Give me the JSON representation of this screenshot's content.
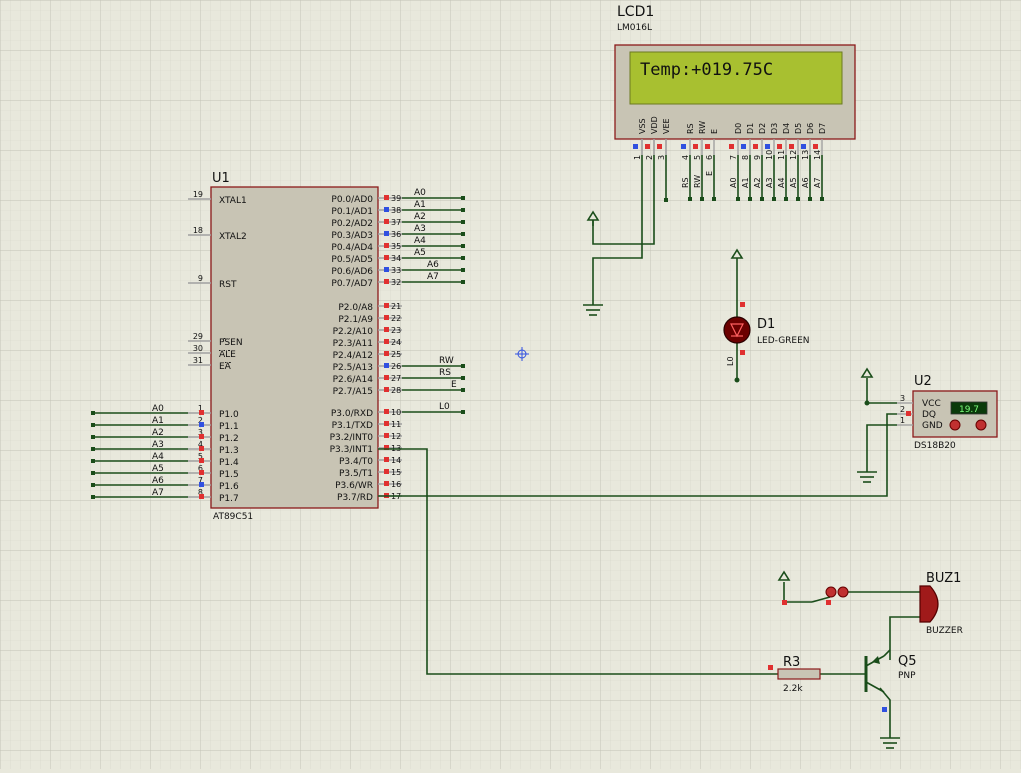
{
  "colors": {
    "background": "#e8e8dc",
    "grid": "#c9c9bd",
    "wire": "#1a4d1a",
    "body": "#a0a0a0",
    "chip_fill": "#c8c4b4",
    "chip_stroke": "#8b1a1a",
    "lcd_screen": "#a8c030",
    "pin_red": "#e03030",
    "pin_blue": "#3050e0"
  },
  "mcu": {
    "ref": "U1",
    "part": "AT89C51",
    "left_pins": [
      {
        "num": "19",
        "name": "XTAL1",
        "bar": false
      },
      {
        "num": "18",
        "name": "XTAL2",
        "bar": false
      },
      {
        "num": "9",
        "name": "RST",
        "bar": false
      },
      {
        "num": "29",
        "name": "PSEN",
        "bar": true
      },
      {
        "num": "30",
        "name": "ALE",
        "bar": true
      },
      {
        "num": "31",
        "name": "EA",
        "bar": true
      },
      {
        "num": "1",
        "name": "P1.0",
        "net": "A0"
      },
      {
        "num": "2",
        "name": "P1.1",
        "net": "A1"
      },
      {
        "num": "3",
        "name": "P1.2",
        "net": "A2"
      },
      {
        "num": "4",
        "name": "P1.3",
        "net": "A3"
      },
      {
        "num": "5",
        "name": "P1.4",
        "net": "A4"
      },
      {
        "num": "6",
        "name": "P1.5",
        "net": "A5"
      },
      {
        "num": "7",
        "name": "P1.6",
        "net": "A6"
      },
      {
        "num": "8",
        "name": "P1.7",
        "net": "A7"
      }
    ],
    "right_pins": [
      {
        "num": "39",
        "name": "P0.0/AD0",
        "net": "A0"
      },
      {
        "num": "38",
        "name": "P0.1/AD1",
        "net": "A1"
      },
      {
        "num": "37",
        "name": "P0.2/AD2",
        "net": "A2"
      },
      {
        "num": "36",
        "name": "P0.3/AD3",
        "net": "A3"
      },
      {
        "num": "35",
        "name": "P0.4/AD4",
        "net": "A4"
      },
      {
        "num": "34",
        "name": "P0.5/AD5",
        "net": "A5"
      },
      {
        "num": "33",
        "name": "P0.6/AD6",
        "net": "A6"
      },
      {
        "num": "32",
        "name": "P0.7/AD7",
        "net": "A7"
      },
      {
        "num": "21",
        "name": "P2.0/A8"
      },
      {
        "num": "22",
        "name": "P2.1/A9"
      },
      {
        "num": "23",
        "name": "P2.2/A10"
      },
      {
        "num": "24",
        "name": "P2.3/A11"
      },
      {
        "num": "25",
        "name": "P2.4/A12"
      },
      {
        "num": "26",
        "name": "P2.5/A13",
        "net": "RW"
      },
      {
        "num": "27",
        "name": "P2.6/A14",
        "net": "RS"
      },
      {
        "num": "28",
        "name": "P2.7/A15",
        "net": "E"
      },
      {
        "num": "10",
        "name": "P3.0/RXD",
        "net": "L0"
      },
      {
        "num": "11",
        "name": "P3.1/TXD"
      },
      {
        "num": "12",
        "name": "P3.2/INT0",
        "bar_part": "INT0"
      },
      {
        "num": "13",
        "name": "P3.3/INT1",
        "bar_part": "INT1"
      },
      {
        "num": "14",
        "name": "P3.4/T0"
      },
      {
        "num": "15",
        "name": "P3.5/T1"
      },
      {
        "num": "16",
        "name": "P3.6/WR",
        "bar_part": "WR"
      },
      {
        "num": "17",
        "name": "P3.7/RD",
        "bar_part": "RD"
      }
    ]
  },
  "lcd": {
    "ref": "LCD1",
    "part": "LM016L",
    "display_text": "Temp:+019.75C",
    "pins": [
      {
        "num": "1",
        "name": "VSS"
      },
      {
        "num": "2",
        "name": "VDD"
      },
      {
        "num": "3",
        "name": "VEE"
      },
      {
        "num": "4",
        "name": "RS",
        "net": "RS"
      },
      {
        "num": "5",
        "name": "RW",
        "net": "RW"
      },
      {
        "num": "6",
        "name": "E",
        "net": "E"
      },
      {
        "num": "7",
        "name": "D0",
        "net": "A0"
      },
      {
        "num": "8",
        "name": "D1",
        "net": "A1"
      },
      {
        "num": "9",
        "name": "D2",
        "net": "A2"
      },
      {
        "num": "10",
        "name": "D3",
        "net": "A3"
      },
      {
        "num": "11",
        "name": "D4",
        "net": "A4"
      },
      {
        "num": "12",
        "name": "D5",
        "net": "A5"
      },
      {
        "num": "13",
        "name": "D6",
        "net": "A6"
      },
      {
        "num": "14",
        "name": "D7",
        "net": "A7"
      }
    ]
  },
  "led": {
    "ref": "D1",
    "part": "LED-GREEN",
    "net": "L0"
  },
  "sensor": {
    "ref": "U2",
    "part": "DS18B20",
    "reading": "19.7",
    "pins": [
      {
        "num": "3",
        "name": "VCC"
      },
      {
        "num": "2",
        "name": "DQ"
      },
      {
        "num": "1",
        "name": "GND"
      }
    ]
  },
  "buzzer": {
    "ref": "BUZ1",
    "part": "BUZZER"
  },
  "resistor": {
    "ref": "R3",
    "value": "2.2k"
  },
  "transistor": {
    "ref": "Q5",
    "part": "PNP"
  }
}
